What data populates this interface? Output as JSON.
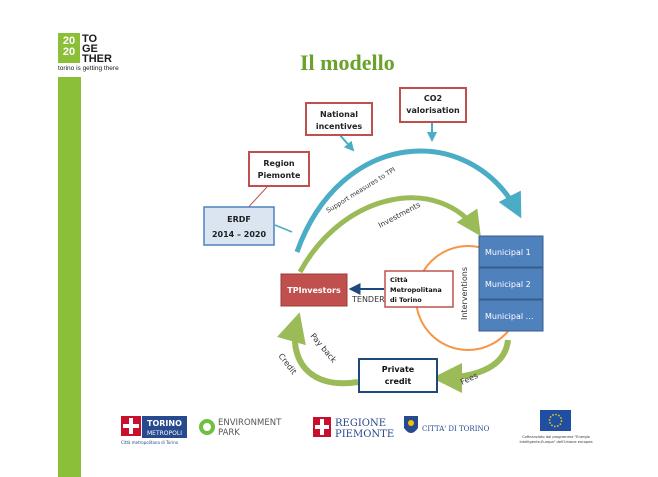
{
  "logo": {
    "numbers_top": "20",
    "numbers_bottom": "20",
    "word1": "TO",
    "word2": "GE",
    "word3": "THER",
    "tagline": "torino is getting there"
  },
  "title": "Il modello",
  "boxes": {
    "co2": [
      "CO2",
      "valorisation"
    ],
    "national": [
      "National",
      "incentives"
    ],
    "region": [
      "Region",
      "Piemonte"
    ],
    "erdf": [
      "ERDF",
      "2014 – 2020"
    ],
    "tpinvestors": "TPInvestors",
    "citta": [
      "Città",
      "Metropolitana",
      "di Torino"
    ],
    "municipal": [
      "Municipal  1",
      "Municipal 2",
      "Municipal …"
    ],
    "private": [
      "Private",
      "credit"
    ]
  },
  "labels": {
    "support": "Support measures to TPI",
    "investments": "Investments",
    "tender": "TENDER",
    "interventions": "Interventions",
    "payback": "Pay back",
    "credit": "Credit",
    "fees": "Fees"
  },
  "footer": {
    "torino": [
      "TORINO",
      "METROPOLI",
      "Città metropolitana di Torino"
    ],
    "envpark": [
      "ENVIRONMENT",
      "PARK"
    ],
    "regione": [
      "REGIONE",
      "PIEMONTE"
    ],
    "citta_torino": "CITTA' DI TORINO",
    "eu": [
      "Cofinanziato dal programma \"Energia",
      "Intelligente-Europa\" dell'Unione europea"
    ]
  },
  "colors": {
    "green": "#8bbf38",
    "blue_arrow": "#4bacc6",
    "green_arrow": "#9bbb59",
    "red_border": "#c0504d",
    "dark_blue": "#1f497d",
    "municipal_fill": "#4f81bd",
    "orange": "#f79646"
  }
}
